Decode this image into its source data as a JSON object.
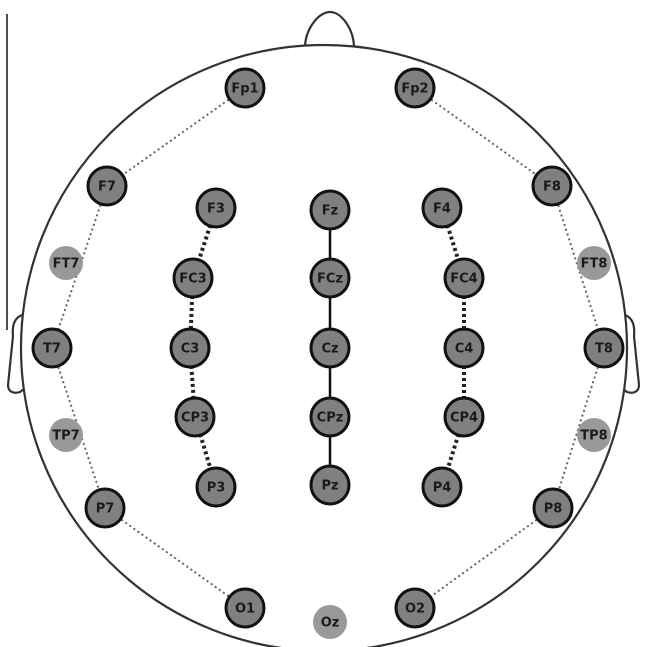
{
  "diagram": {
    "type": "eeg-electrode-montage",
    "colors": {
      "active_electrode": "#808080",
      "passive_electrode": "#999999",
      "outline": "#333333",
      "label": "#1a1a1a"
    },
    "electrodes": [
      {
        "id": "Fp1",
        "label": "Fp1",
        "kind": "active"
      },
      {
        "id": "Fp2",
        "label": "Fp2",
        "kind": "active"
      },
      {
        "id": "F7",
        "label": "F7",
        "kind": "active"
      },
      {
        "id": "F8",
        "label": "F8",
        "kind": "active"
      },
      {
        "id": "F3",
        "label": "F3",
        "kind": "active"
      },
      {
        "id": "Fz",
        "label": "Fz",
        "kind": "active"
      },
      {
        "id": "F4",
        "label": "F4",
        "kind": "active"
      },
      {
        "id": "FT7",
        "label": "FT7",
        "kind": "passive"
      },
      {
        "id": "FC3",
        "label": "FC3",
        "kind": "active"
      },
      {
        "id": "FCz",
        "label": "FCz",
        "kind": "active"
      },
      {
        "id": "FC4",
        "label": "FC4",
        "kind": "active"
      },
      {
        "id": "FT8",
        "label": "FT8",
        "kind": "passive"
      },
      {
        "id": "T7",
        "label": "T7",
        "kind": "active"
      },
      {
        "id": "C3",
        "label": "C3",
        "kind": "active"
      },
      {
        "id": "Cz",
        "label": "Cz",
        "kind": "active"
      },
      {
        "id": "C4",
        "label": "C4",
        "kind": "active"
      },
      {
        "id": "T8",
        "label": "T8",
        "kind": "active"
      },
      {
        "id": "TP7",
        "label": "TP7",
        "kind": "passive"
      },
      {
        "id": "CP3",
        "label": "CP3",
        "kind": "active"
      },
      {
        "id": "CPz",
        "label": "CPz",
        "kind": "active"
      },
      {
        "id": "CP4",
        "label": "CP4",
        "kind": "active"
      },
      {
        "id": "TP8",
        "label": "TP8",
        "kind": "passive"
      },
      {
        "id": "P7",
        "label": "P7",
        "kind": "active"
      },
      {
        "id": "P3",
        "label": "P3",
        "kind": "active"
      },
      {
        "id": "Pz",
        "label": "Pz",
        "kind": "active"
      },
      {
        "id": "P4",
        "label": "P4",
        "kind": "active"
      },
      {
        "id": "P8",
        "label": "P8",
        "kind": "active"
      },
      {
        "id": "O1",
        "label": "O1",
        "kind": "active"
      },
      {
        "id": "Oz",
        "label": "Oz",
        "kind": "passive"
      },
      {
        "id": "O2",
        "label": "O2",
        "kind": "active"
      }
    ],
    "connections": [
      {
        "from": "Fp1",
        "to": "F7",
        "style": "dotted-thin"
      },
      {
        "from": "F7",
        "to": "T7",
        "style": "dotted-thin"
      },
      {
        "from": "T7",
        "to": "P7",
        "style": "dotted-thin"
      },
      {
        "from": "P7",
        "to": "O1",
        "style": "dotted-thin"
      },
      {
        "from": "Fp2",
        "to": "F8",
        "style": "dotted-thin"
      },
      {
        "from": "F8",
        "to": "T8",
        "style": "dotted-thin"
      },
      {
        "from": "T8",
        "to": "P8",
        "style": "dotted-thin"
      },
      {
        "from": "P8",
        "to": "O2",
        "style": "dotted-thin"
      },
      {
        "from": "F3",
        "to": "FC3",
        "style": "dotted-thick"
      },
      {
        "from": "FC3",
        "to": "C3",
        "style": "dotted-thick"
      },
      {
        "from": "C3",
        "to": "CP3",
        "style": "dotted-thick"
      },
      {
        "from": "CP3",
        "to": "P3",
        "style": "dotted-thick"
      },
      {
        "from": "F4",
        "to": "FC4",
        "style": "dotted-thick"
      },
      {
        "from": "FC4",
        "to": "C4",
        "style": "dotted-thick"
      },
      {
        "from": "C4",
        "to": "CP4",
        "style": "dotted-thick"
      },
      {
        "from": "CP4",
        "to": "P4",
        "style": "dotted-thick"
      },
      {
        "from": "Fz",
        "to": "FCz",
        "style": "solid"
      },
      {
        "from": "FCz",
        "to": "Cz",
        "style": "solid"
      },
      {
        "from": "Cz",
        "to": "CPz",
        "style": "solid"
      },
      {
        "from": "CPz",
        "to": "Pz",
        "style": "solid"
      }
    ]
  }
}
